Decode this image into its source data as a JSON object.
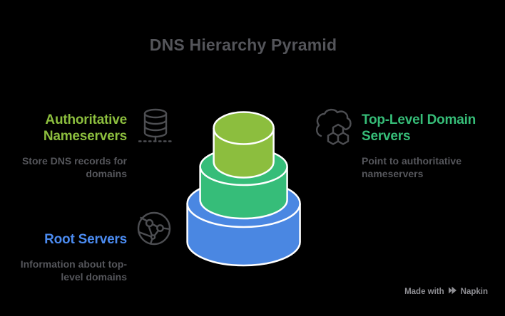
{
  "title": {
    "text": "DNS Hierarchy Pyramid"
  },
  "colors": {
    "background": "#000000",
    "title_text": "#54555A",
    "description_text": "#55565B",
    "icon_stroke": "#4D4E52",
    "tier_outline": "#FFFFFF",
    "lime": "#8CBE3E",
    "emerald": "#36BD78",
    "blue": "#4B8BF0",
    "badge_text": "#8E8E93"
  },
  "blocks": {
    "authoritative": {
      "heading": "Authoritative Nameservers",
      "description": "Store DNS records for domains",
      "icon": "database-icon",
      "heading_color": "#8CBE3E"
    },
    "tld": {
      "heading": "Top-Level Domain Servers",
      "description": "Point to authoritative nameservers",
      "icon": "cloud-hexagons-icon",
      "heading_color": "#36BD78"
    },
    "root": {
      "heading": "Root Servers",
      "description": "Information about top-level domains",
      "icon": "globe-network-icon",
      "heading_color": "#4B8BF0"
    }
  },
  "pyramid": {
    "type": "stacked-cylinder-pyramid",
    "tiers": [
      {
        "position": "bottom",
        "label": "Root Servers",
        "color": "#4A87E2"
      },
      {
        "position": "middle",
        "label": "Top-Level Domain Servers",
        "color": "#36BD79"
      },
      {
        "position": "top",
        "label": "Authoritative Nameservers",
        "color": "#8CBE3E"
      }
    ]
  },
  "badge": {
    "prefix": "Made with",
    "brand": "Napkin"
  }
}
